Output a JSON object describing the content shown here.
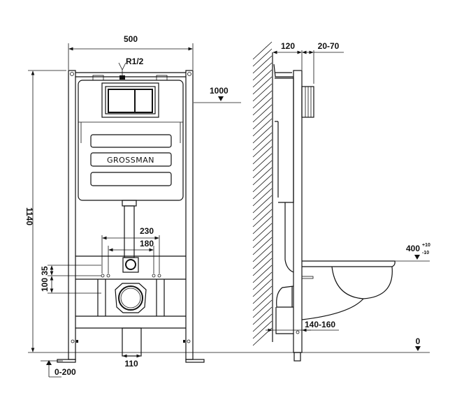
{
  "brand": "GROSSMAN",
  "front_view": {
    "width_label": "500",
    "height_label": "1140",
    "inlet_label": "R1/2",
    "flush_height_label": "1000",
    "spacing_outer_label": "230",
    "spacing_inner_label": "180",
    "vertical_offset_top_label": "35",
    "vertical_offset_bottom_label": "100",
    "drain_width_label": "110",
    "foot_adjust_label": "0-200"
  },
  "side_view": {
    "depth_label": "120",
    "panel_offset_label": "20-70",
    "seat_height_label": "400",
    "seat_tolerance_plus": "+10",
    "seat_tolerance_minus": "-10",
    "wall_gap_label": "140-160",
    "floor_level_label": "0"
  }
}
